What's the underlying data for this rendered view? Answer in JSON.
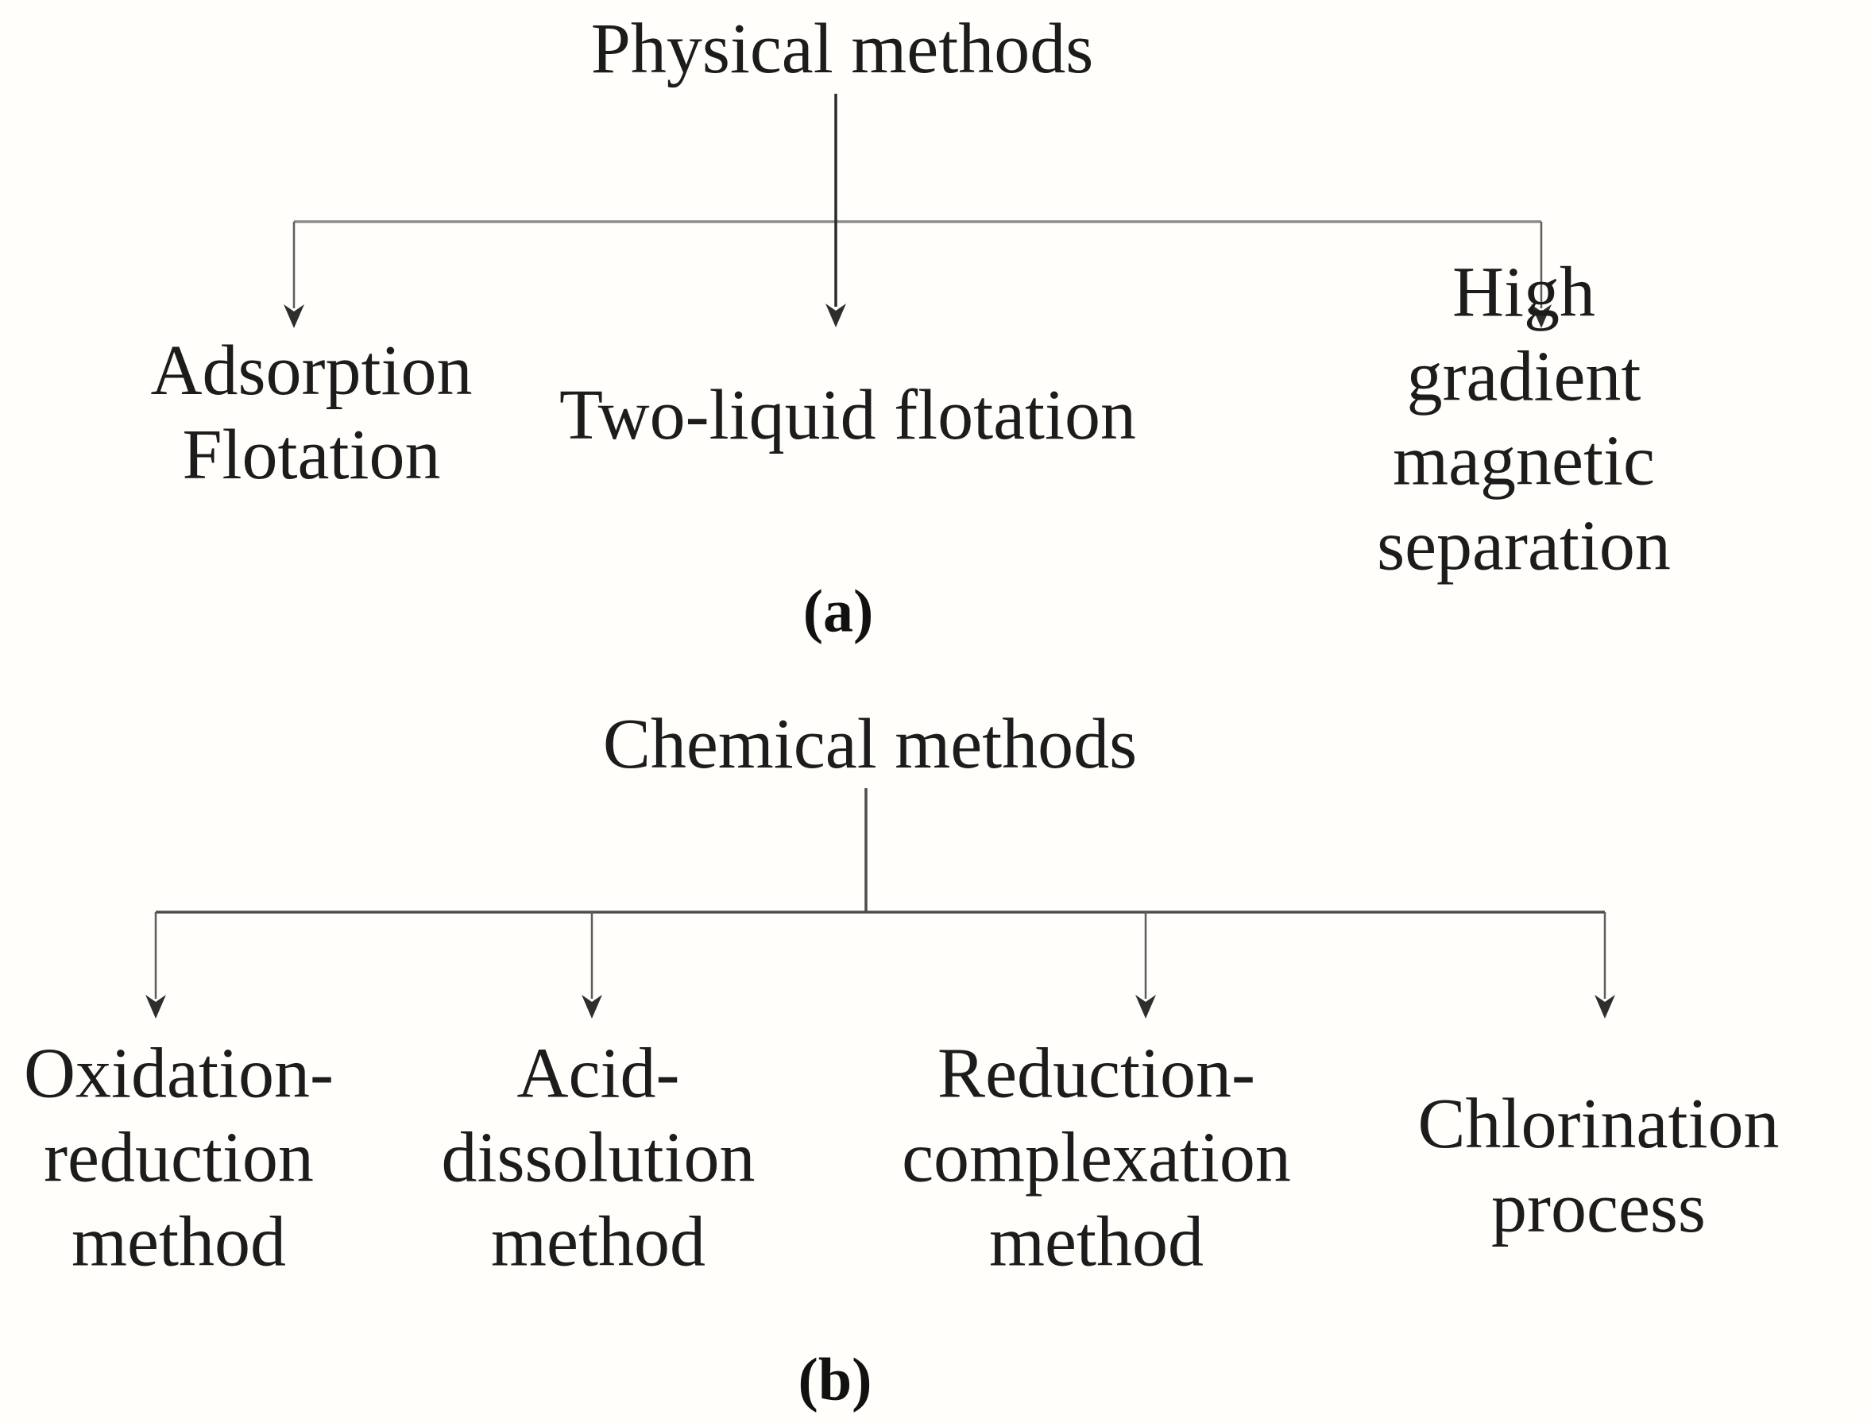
{
  "figure_a": {
    "title": "Physical methods",
    "children": [
      {
        "text": "Adsorption\nFlotation"
      },
      {
        "text": "Two-liquid flotation"
      },
      {
        "text": "High gradient magnetic\nseparation"
      }
    ],
    "caption": "(a)"
  },
  "figure_b": {
    "title": "Chemical methods",
    "children": [
      {
        "text": "Oxidation-\nreduction\nmethod"
      },
      {
        "text": "Acid-\ndissolution\nmethod"
      },
      {
        "text": "Reduction-\ncomplexation\nmethod"
      },
      {
        "text": "Chlorination\nprocess"
      }
    ],
    "caption": "(b)"
  },
  "colors": {
    "bg": "#fffefa",
    "text": "#1c1c1c",
    "a-hline": "#8c8c8c",
    "a-stem": "#2a2a2a",
    "branch": "#5c5c5c",
    "arrow": "#2e2e2e",
    "b-line": "#4c4c4c"
  }
}
